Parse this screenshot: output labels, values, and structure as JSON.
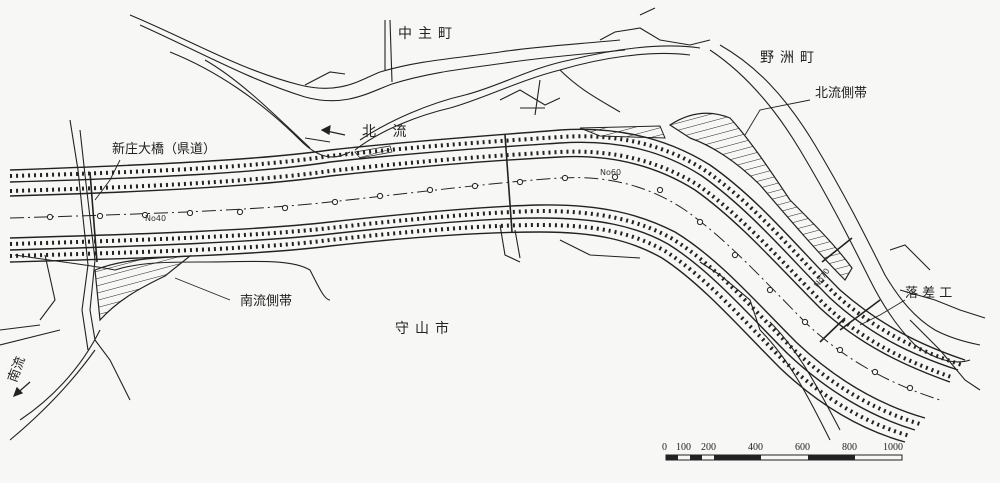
{
  "towns": {
    "chushu": "中主町",
    "yasu": "野洲町",
    "moriyama": "守山市"
  },
  "rivers": {
    "north_stream": "北 流",
    "south_stream": "南流"
  },
  "features": {
    "bridge": "新庄大橋（県道）",
    "north_zone": "北流側帯",
    "south_zone": "南流側帯",
    "drop_works": "落 差 工"
  },
  "stations": [
    "No40",
    "No60",
    "No70"
  ],
  "scale_bar": {
    "ticks": [
      "0",
      "100",
      "200",
      "400",
      "600",
      "800",
      "1000"
    ]
  },
  "colors": {
    "ink": "#222222",
    "paper": "#f7f7f5"
  }
}
